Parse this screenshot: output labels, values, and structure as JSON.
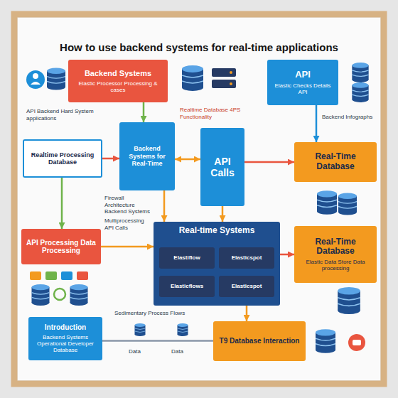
{
  "diagram": {
    "title": "How to use backend systems for real-time applications",
    "nodes": [
      {
        "text": [
          "Backend Systems",
          "Elastic Processor Processing & cases"
        ]
      },
      {
        "text": [
          "API",
          "Elastic Checks Details API"
        ]
      },
      {
        "text": [
          "Realtime Processing Database"
        ]
      },
      {
        "text": [
          "Backend Systems for Real-Time"
        ]
      },
      {
        "text": [
          "API Calls"
        ]
      },
      {
        "text": [
          "Real-Time Database"
        ]
      },
      {
        "text": [
          "API Processing Data Processing"
        ]
      },
      {
        "text": [
          "Real-time Systems"
        ]
      },
      {
        "text": [
          "Elastiflow"
        ],
        "in": 7
      },
      {
        "text": [
          "Elasticspot"
        ],
        "in": 7
      },
      {
        "text": [
          "Elasticflows"
        ],
        "in": 7
      },
      {
        "text": [
          "Elasticspot"
        ],
        "in": 7
      },
      {
        "text": [
          "Real-Time Database",
          "Elastic Data Store Data processing"
        ]
      },
      {
        "text": [
          "Introduction",
          "Backend Systems Operational Developer Database"
        ]
      },
      {
        "text": [
          "T9 Database Interaction"
        ]
      }
    ],
    "edges": [
      {
        "from": 0,
        "to": 3,
        "arrow": "to"
      },
      {
        "from": 3,
        "to": 4,
        "arrow": "both"
      },
      {
        "from": 4,
        "to": 5,
        "arrow": "to"
      },
      {
        "from": 2,
        "to": 3,
        "arrow": "to"
      },
      {
        "from": 1,
        "to": 5,
        "arrow": "to"
      },
      {
        "from": 2,
        "to": 6,
        "arrow": "to"
      },
      {
        "from": 3,
        "to": 7,
        "arrow": "to"
      },
      {
        "from": 4,
        "to": 7,
        "arrow": "to"
      },
      {
        "from": 6,
        "to": 7,
        "arrow": "to"
      },
      {
        "from": 7,
        "to": 12,
        "arrow": "to"
      },
      {
        "from": 7,
        "to": 14,
        "arrow": "to"
      },
      {
        "from": 13,
        "to": 14,
        "arrow": "none"
      }
    ],
    "labels": [
      "API Backend Hard System applications",
      "Realtime Database 4PS Functionality",
      "Backend Infographs",
      "Firewall Architecture Backend Systems",
      "Multiprocessing API Calls",
      "Sedimentary Process Flows",
      "Data",
      "Data"
    ]
  }
}
